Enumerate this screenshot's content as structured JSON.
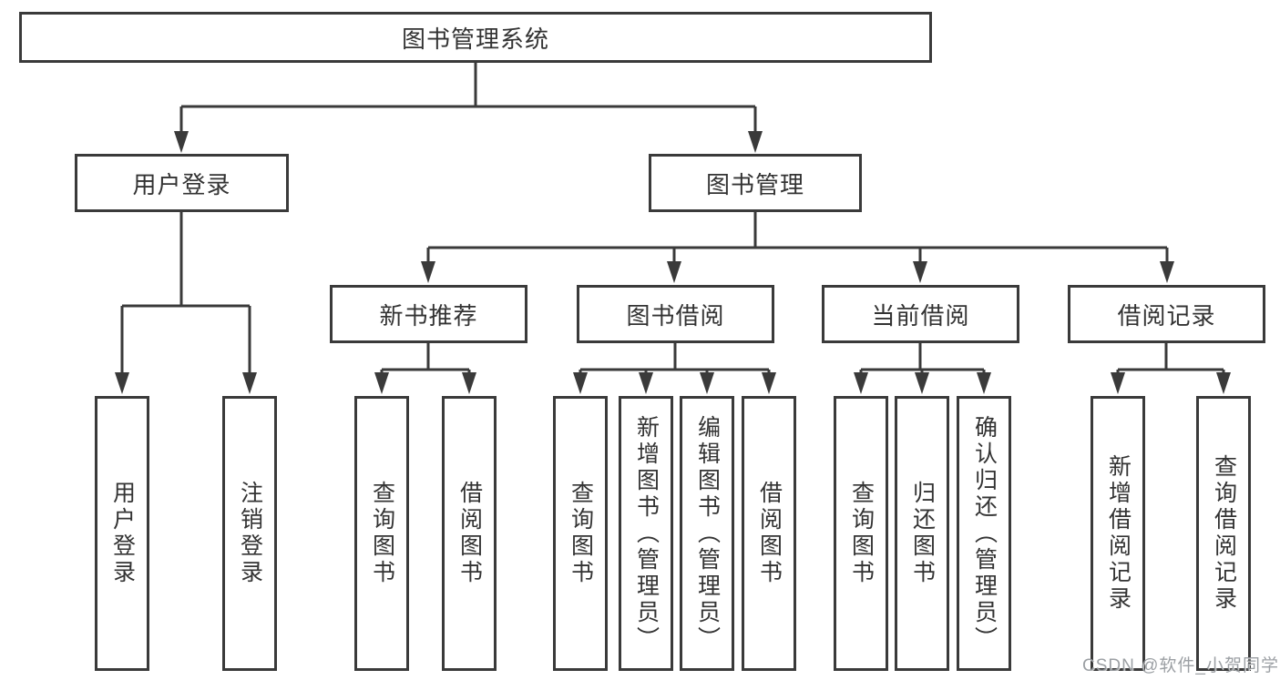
{
  "diagram": {
    "root": "图书管理系统",
    "branches": [
      {
        "label": "用户登录",
        "leaves": [
          "用户登录",
          "注销登录"
        ]
      },
      {
        "label": "图书管理",
        "groups": [
          {
            "label": "新书推荐",
            "leaves": [
              "查询图书",
              "借阅图书"
            ]
          },
          {
            "label": "图书借阅",
            "leaves": [
              "查询图书",
              "新增图书（管理员）",
              "编辑图书（管理员）",
              "借阅图书"
            ]
          },
          {
            "label": "当前借阅",
            "leaves": [
              "查询图书",
              "归还图书",
              "确认归还（管理员）"
            ]
          },
          {
            "label": "借阅记录",
            "leaves": [
              "新增借阅记录",
              "查询借阅记录"
            ]
          }
        ]
      }
    ]
  },
  "watermark": {
    "text": "CSDN @软件_小贺同学",
    "color": "#94989c"
  },
  "colors": {
    "line": "#3a3a3a",
    "box_border": "#3a3a3a",
    "box_background": "#ffffff",
    "text": "#333333",
    "page_background": "#ffffff"
  }
}
